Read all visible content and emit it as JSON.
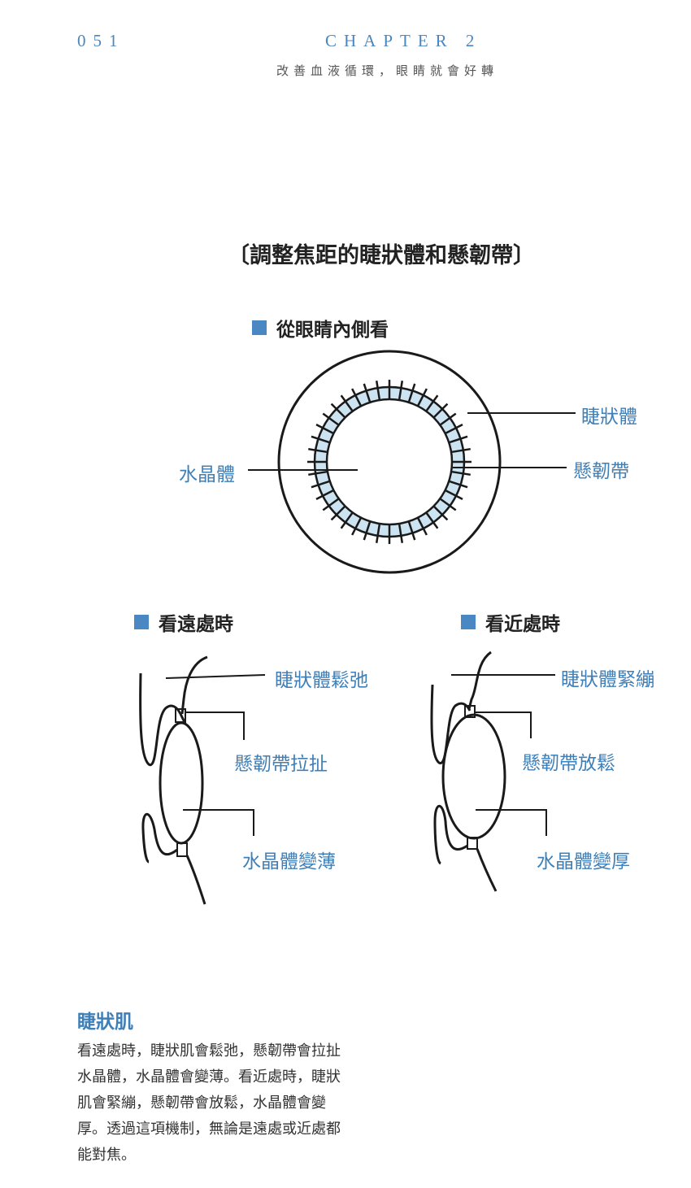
{
  "header": {
    "page_number": "051",
    "chapter": "CHAPTER 2",
    "subtitle": "改善血液循環，眼睛就會好轉"
  },
  "figure": {
    "title": "〔調整焦距的睫狀體和懸韌帶〕",
    "top_section": {
      "heading": "從眼睛內側看",
      "labels": {
        "lens": "水晶體",
        "ciliary_body": "睫狀體",
        "zonule": "懸韌帶"
      }
    },
    "far_section": {
      "heading": "看遠處時",
      "labels": {
        "ciliary": "睫狀體鬆弛",
        "zonule": "懸韌帶拉扯",
        "lens": "水晶體變薄"
      }
    },
    "near_section": {
      "heading": "看近處時",
      "labels": {
        "ciliary": "睫狀體緊繃",
        "zonule": "懸韌帶放鬆",
        "lens": "水晶體變厚"
      }
    }
  },
  "note": {
    "heading": "睫狀肌",
    "lines": [
      "看遠處時，睫狀肌會鬆弛，懸韌帶會拉扯",
      "水晶體，水晶體會變薄。看近處時，睫狀",
      "肌會緊繃，懸韌帶會放鬆，水晶體會變",
      "厚。透過這項機制，無論是遠處或近處都",
      "能對焦。"
    ]
  },
  "colors": {
    "accent": "#3f7fb8",
    "ring_fill": "#cce4f2"
  }
}
